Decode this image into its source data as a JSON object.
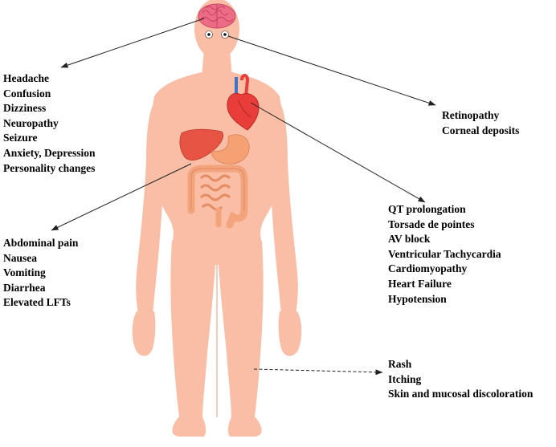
{
  "colors": {
    "skin": "#f9bea5",
    "skin_shadow": "#f2ab90",
    "brain": "#ec6b86",
    "brain_fold": "#c94460",
    "heart": "#e93d3a",
    "heart_dark": "#b72624",
    "aorta_blue": "#3b74c9",
    "liver": "#e85443",
    "stomach": "#f5a173",
    "intestine": "#f4a47c",
    "intestine_line": "#d97f57",
    "eye_white": "#ffffff",
    "pupil": "#111111",
    "line": "#222222",
    "text": "#000000"
  },
  "groups": {
    "neuro": [
      "Headache",
      "Confusion",
      "Dizziness",
      "Neuropathy",
      "Seizure",
      "Anxiety, Depression",
      "Personality changes"
    ],
    "eye": [
      "Retinopathy",
      "Corneal deposits"
    ],
    "cardio": [
      "QT prolongation",
      "Torsade de pointes",
      "AV block",
      "Ventricular Tachycardia",
      "Cardiomyopathy",
      "Heart Failure",
      "Hypotension"
    ],
    "gi": [
      "Abdominal pain",
      "Nausea",
      "Vomiting",
      "Diarrhea",
      "Elevated LFTs"
    ],
    "skin": [
      "Rash",
      "Itching",
      "Skin and mucosal discoloration"
    ]
  }
}
